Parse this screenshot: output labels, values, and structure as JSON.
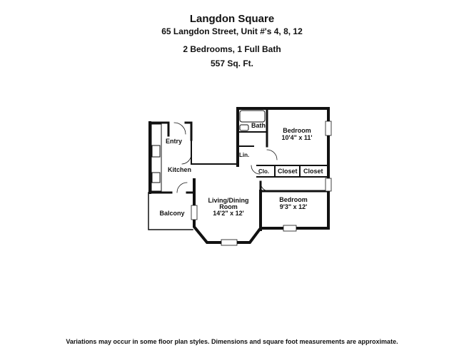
{
  "header": {
    "title": "Langdon Square",
    "address": "65 Langdon Street, Unit #'s 4, 8, 12",
    "summary": "2 Bedrooms, 1 Full Bath",
    "sqft": "557 Sq. Ft."
  },
  "rooms": {
    "bath": "Bath",
    "bedroom1": "Bedroom",
    "bedroom1_dims": "10'4\" x 11'",
    "entry": "Entry",
    "linen": "Lin.",
    "kitchen": "Kitchen",
    "clo": "Clo.",
    "closet1": "Closet",
    "closet2": "Closet",
    "living_line1": "Living/Dining",
    "living_line2": "Room",
    "living_dims": "14'2\" x 12'",
    "bedroom2": "Bedroom",
    "bedroom2_dims": "9'3\" x 12'",
    "balcony": "Balcony"
  },
  "footer": {
    "disclaimer": "Variations may occur in some floor plan styles. Dimensions and square foot measurements are approximate."
  }
}
